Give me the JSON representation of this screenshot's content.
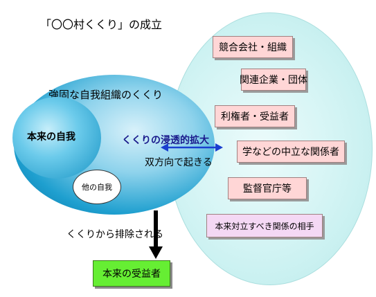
{
  "title": "「〇〇村くくり」の成立",
  "big_circle_label": "強固な自我組織のくくり",
  "self_label": "本来の自我",
  "other_label": "他の自我",
  "spread_label": "くくりの浸透的拡大",
  "bidir_label": "双方向で起きる",
  "boxes": [
    "競合会社・組織",
    "関連企業・団体",
    "利権者・受益者",
    "学などの中立な関係者",
    "監督官庁等",
    "本来対立すべき関係の相手"
  ],
  "exclude_label": "くくりから排除される",
  "beneficiary_label": "本来の受益者",
  "colors": {
    "outer_ellipse": "#d6f5f5",
    "inner_ellipse": "#1e9fcf",
    "box_pink": "#ffd6d6",
    "box_lavender": "#f4d8f4",
    "beneficiary_green": "#66ee33"
  }
}
